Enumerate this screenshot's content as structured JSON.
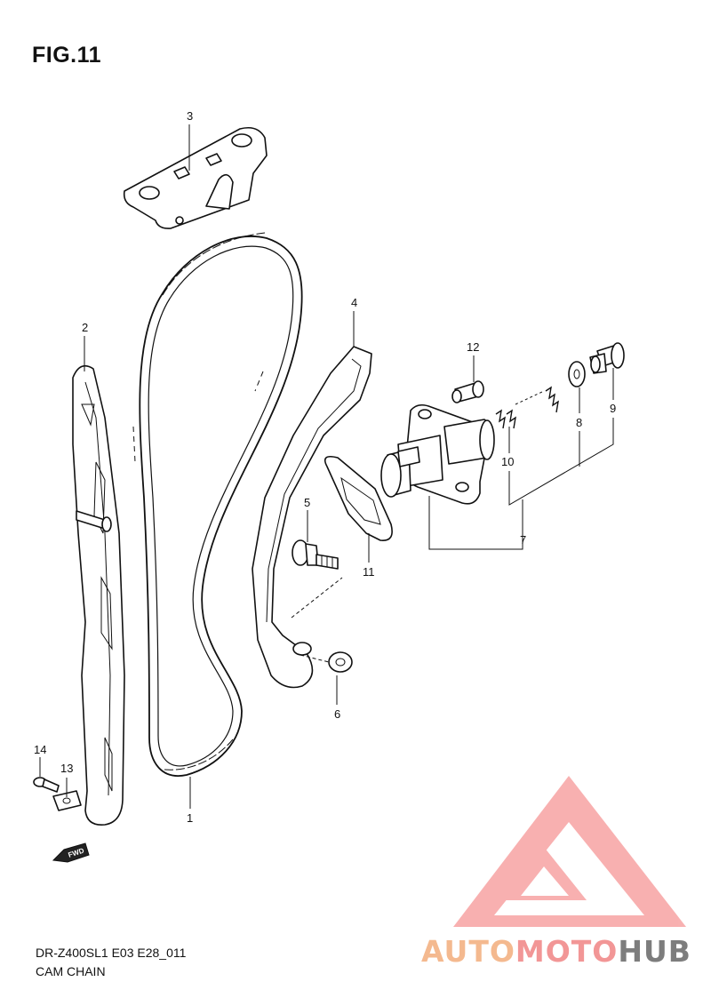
{
  "figure": {
    "title": "FIG.11",
    "model_code": "DR-Z400SL1 E03 E28_011",
    "section_name": "CAM CHAIN",
    "fwd_label": "FWD"
  },
  "callouts": [
    {
      "id": "1",
      "label": "1"
    },
    {
      "id": "2",
      "label": "2"
    },
    {
      "id": "3",
      "label": "3"
    },
    {
      "id": "4",
      "label": "4"
    },
    {
      "id": "5",
      "label": "5"
    },
    {
      "id": "6",
      "label": "6"
    },
    {
      "id": "7",
      "label": "7"
    },
    {
      "id": "8",
      "label": "8"
    },
    {
      "id": "9",
      "label": "9"
    },
    {
      "id": "10",
      "label": "10"
    },
    {
      "id": "11",
      "label": "11"
    },
    {
      "id": "12",
      "label": "12"
    },
    {
      "id": "13",
      "label": "13"
    },
    {
      "id": "14",
      "label": "14"
    }
  ],
  "watermark": {
    "part1": "AUTO",
    "part2": "MOTO",
    "part3": "HUB",
    "colors": {
      "logo": "#f7a0a0",
      "auto": "#f4b98f",
      "moto": "#f29696",
      "hub": "#7d7d7d"
    }
  }
}
